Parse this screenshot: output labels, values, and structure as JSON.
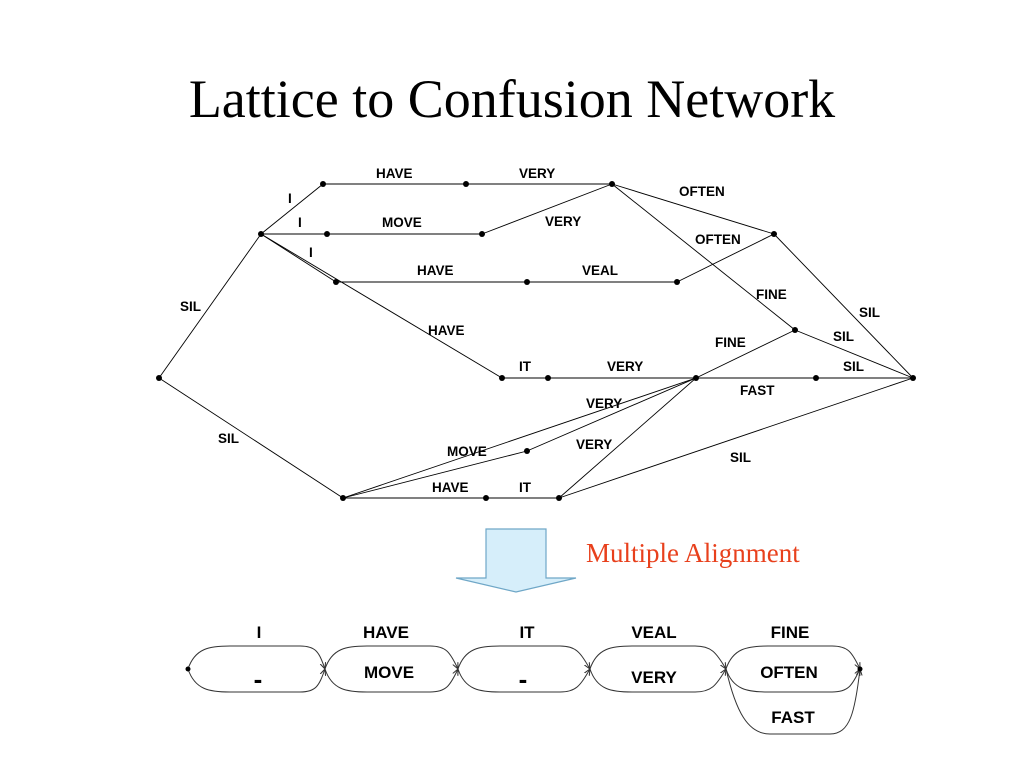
{
  "slide": {
    "title": "Lattice to Confusion Network",
    "alignment_label": "Multiple Alignment",
    "alignment_label_color": "#e8401c"
  },
  "lattice": {
    "labels": {
      "i1": "I",
      "i2": "I",
      "i3": "I",
      "have1": "HAVE",
      "have2": "HAVE",
      "have3": "HAVE",
      "have4": "HAVE",
      "very1": "VERY",
      "very2": "VERY",
      "very3": "VERY",
      "very4": "VERY",
      "very5": "VERY",
      "move1": "MOVE",
      "move2": "MOVE",
      "often1": "OFTEN",
      "often2": "OFTEN",
      "veal": "VEAL",
      "fine1": "FINE",
      "fine2": "FINE",
      "sil1": "SIL",
      "sil2": "SIL",
      "sil3": "SIL",
      "sil4": "SIL",
      "sil5": "SIL",
      "sil6": "SIL",
      "it1": "IT",
      "it2": "IT",
      "fast": "FAST"
    }
  },
  "arrow": {
    "fill": "#d6eefa",
    "stroke": "#6fa7c7"
  },
  "confusion_network": {
    "slots": [
      {
        "top": "I",
        "bottom": "-"
      },
      {
        "top": "HAVE",
        "bottom": "MOVE"
      },
      {
        "top": "IT",
        "bottom": "-"
      },
      {
        "top": "VEAL",
        "bottom": "VERY"
      },
      {
        "top": "FINE",
        "bottom": "OFTEN",
        "extra": "FAST"
      }
    ]
  }
}
